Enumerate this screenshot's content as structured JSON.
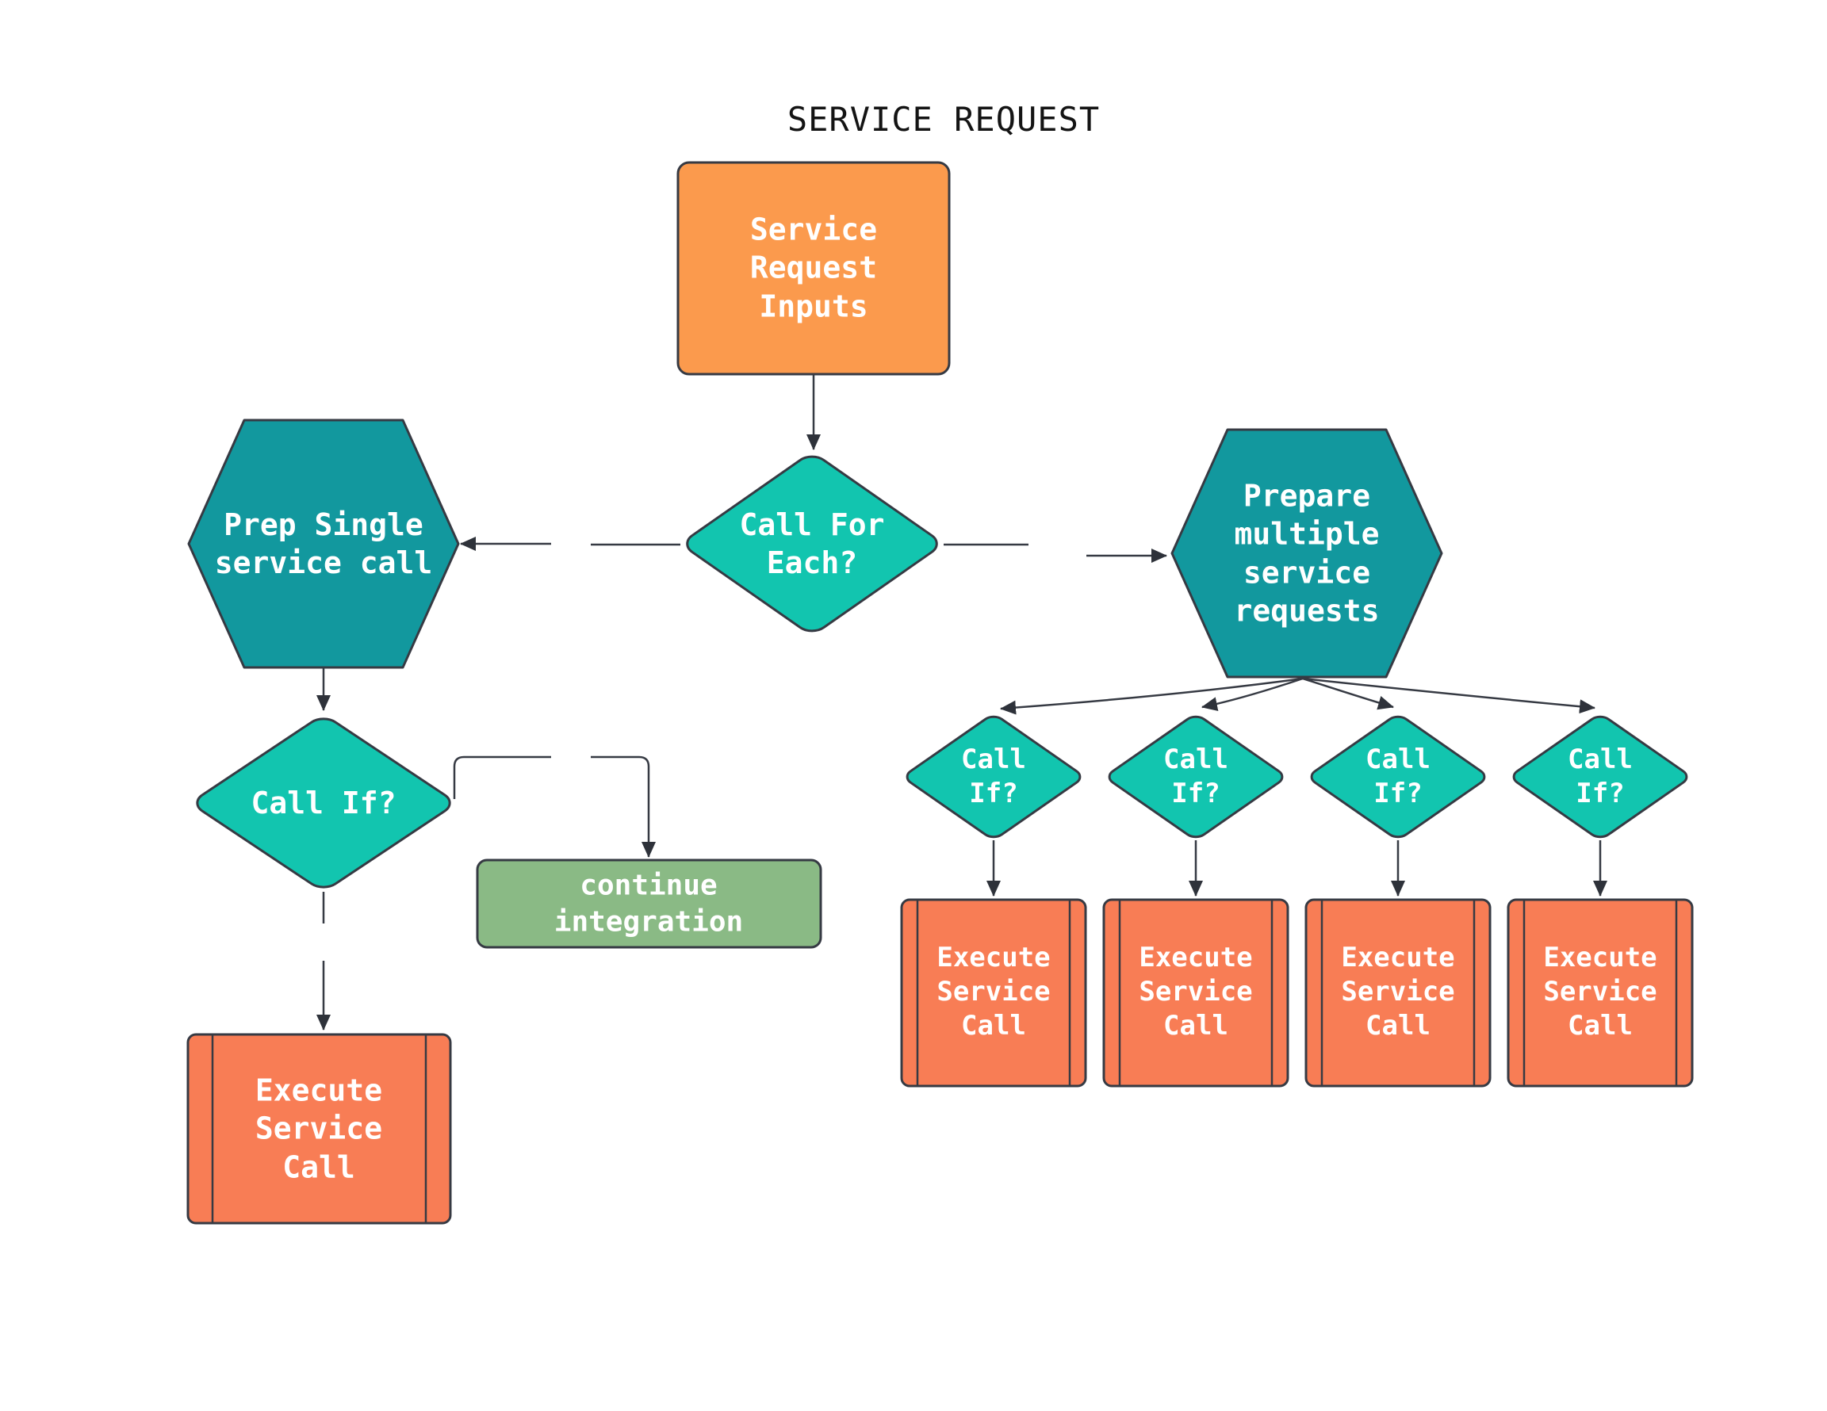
{
  "title": "SERVICE REQUEST",
  "palette": {
    "process_orange": "#FB9A4D",
    "execute_coral": "#F87D55",
    "decision_teal": "#12C5AF",
    "prepare_teal_dark": "#12989E",
    "terminal_green": "#8ABA85",
    "connector_stroke": "#363A43",
    "node_text": "#FFFFFF",
    "title_text": "#141414",
    "background": "#FFFFFF"
  },
  "nodes": {
    "service_request_inputs": {
      "label": "Service\nRequest\nInputs",
      "shape": "rounded-rectangle",
      "color": "#FB9A4D"
    },
    "call_for_each": {
      "label": "Call For\nEach?",
      "shape": "diamond",
      "color": "#12C5AF"
    },
    "prep_single": {
      "label": "Prep Single\nservice call",
      "shape": "hexagon",
      "color": "#12989E"
    },
    "prepare_multiple": {
      "label": "Prepare\nmultiple\nservice\nrequests",
      "shape": "hexagon",
      "color": "#12989E"
    },
    "call_if_left": {
      "label": "Call If?",
      "shape": "diamond",
      "color": "#12C5AF"
    },
    "continue_integration": {
      "label": "continue\nintegration",
      "shape": "rounded-rectangle",
      "color": "#8ABA85"
    },
    "execute_left": {
      "label": "Execute\nService\nCall",
      "shape": "predefined-process",
      "color": "#F87D55"
    }
  },
  "branch_diamonds": [
    {
      "label": "Call\nIf?"
    },
    {
      "label": "Call\nIf?"
    },
    {
      "label": "Call\nIf?"
    },
    {
      "label": "Call\nIf?"
    }
  ],
  "branch_boxes": [
    {
      "label": "Execute\nService\nCall"
    },
    {
      "label": "Execute\nService\nCall"
    },
    {
      "label": "Execute\nService\nCall"
    },
    {
      "label": "Execute\nService\nCall"
    }
  ]
}
